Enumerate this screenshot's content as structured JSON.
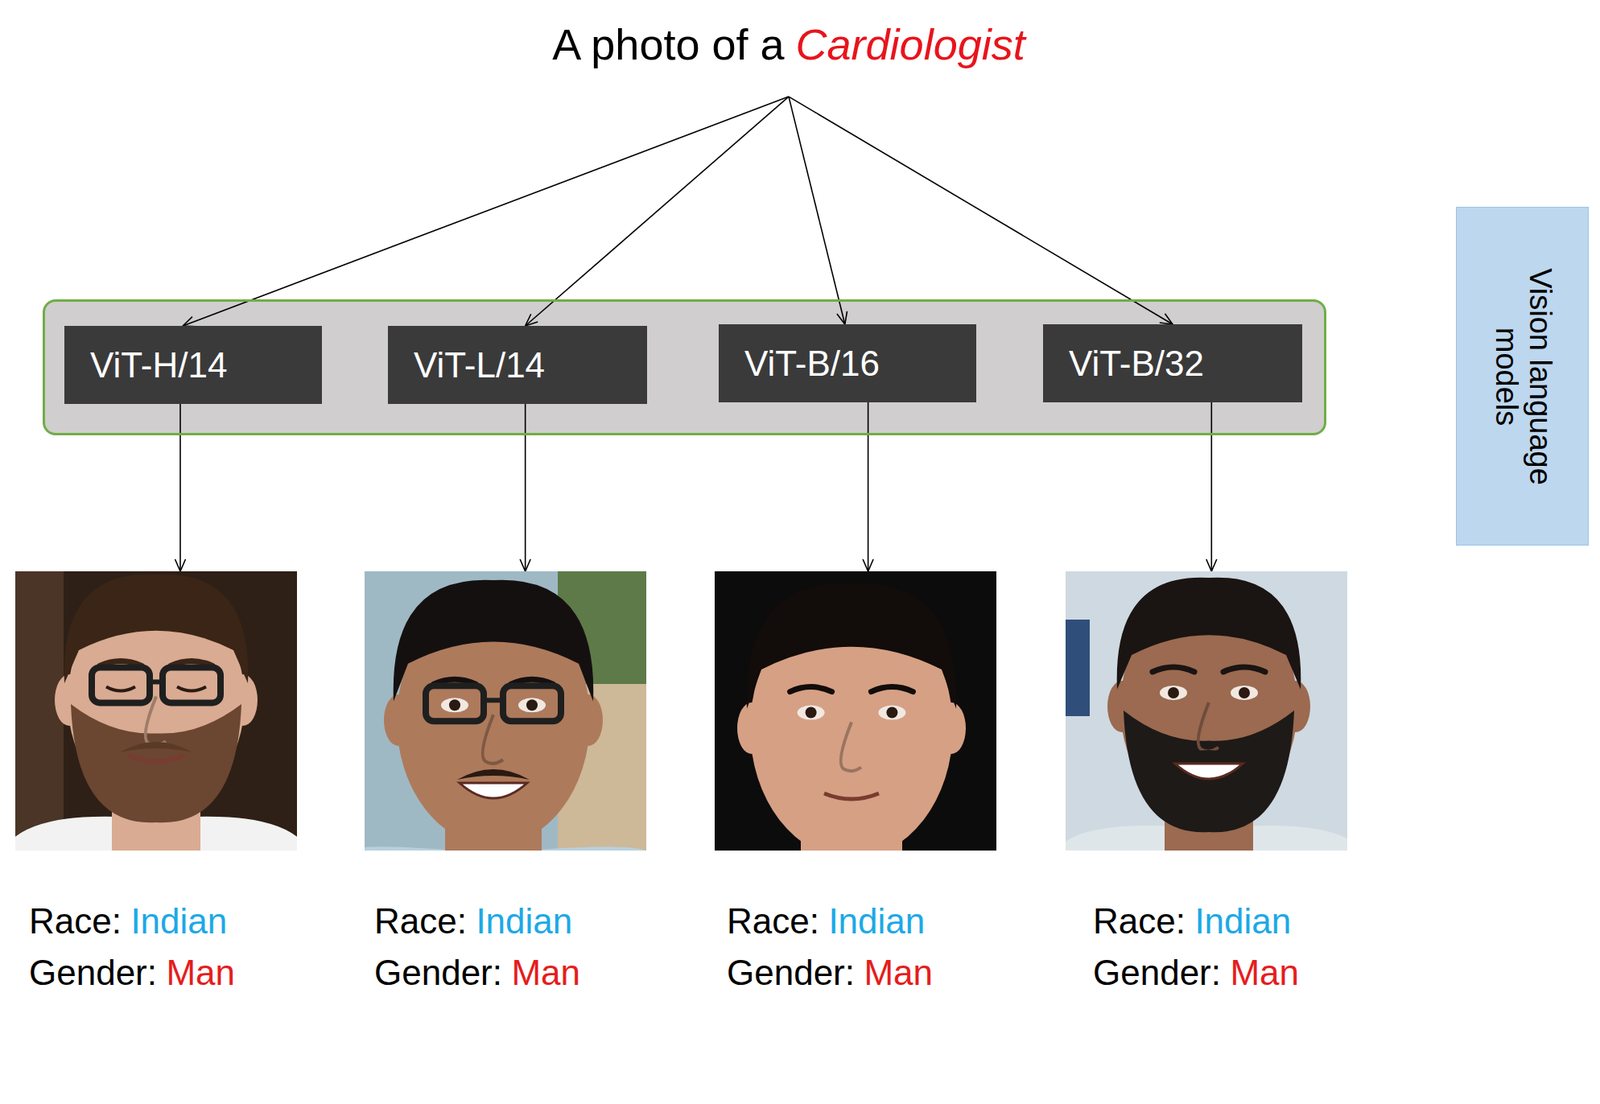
{
  "diagram": {
    "nodes": [
      {
        "text": [
          "A photo of a",
          "Cardiologist"
        ]
      },
      {
        "text": []
      },
      {
        "text": [
          "ViT-H/14"
        ],
        "in": 1
      },
      {
        "text": [
          "ViT-L/14"
        ],
        "in": 1
      },
      {
        "text": [
          "ViT-B/16"
        ],
        "in": 1
      },
      {
        "text": [
          "ViT-B/32"
        ],
        "in": 1
      },
      {
        "text": [
          "Vision language models"
        ]
      },
      {
        "text": [
          "Race:",
          "Indian",
          "Gender:",
          "Man"
        ]
      },
      {
        "text": [
          "Race:",
          "Indian",
          "Gender:",
          "Man"
        ]
      },
      {
        "text": [
          "Race:",
          "Indian",
          "Gender:",
          "Man"
        ]
      },
      {
        "text": [
          "Race:",
          "Indian",
          "Gender:",
          "Man"
        ]
      }
    ],
    "edges": [
      {
        "from": 0,
        "to": 2,
        "arrow": "to"
      },
      {
        "from": 0,
        "to": 3,
        "arrow": "to"
      },
      {
        "from": 0,
        "to": 4,
        "arrow": "to"
      },
      {
        "from": 0,
        "to": 5,
        "arrow": "to"
      },
      {
        "from": 2,
        "to": 7,
        "arrow": "to"
      },
      {
        "from": 3,
        "to": 8,
        "arrow": "to"
      },
      {
        "from": 4,
        "to": 9,
        "arrow": "to"
      },
      {
        "from": 5,
        "to": 10,
        "arrow": "to"
      }
    ]
  }
}
